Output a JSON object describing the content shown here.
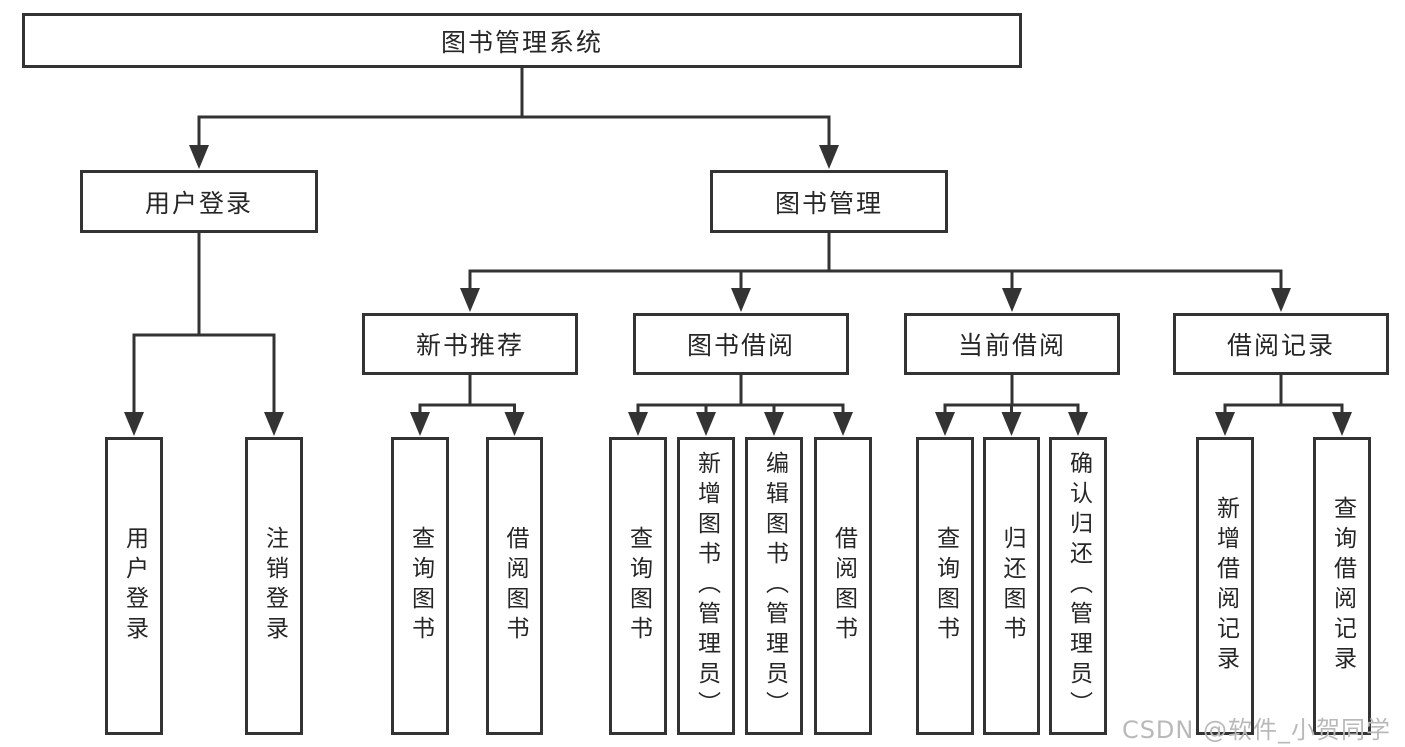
{
  "tree": {
    "label": "图书管理系统",
    "children": [
      {
        "label": "用户登录",
        "children": [
          {
            "label": "用户登录"
          },
          {
            "label": "注销登录"
          }
        ]
      },
      {
        "label": "图书管理",
        "children": [
          {
            "label": "新书推荐",
            "children": [
              {
                "label": "查询图书"
              },
              {
                "label": "借阅图书"
              }
            ]
          },
          {
            "label": "图书借阅",
            "children": [
              {
                "label": "查询图书"
              },
              {
                "label": "新增图书（管理员）"
              },
              {
                "label": "编辑图书（管理员）"
              },
              {
                "label": "借阅图书"
              }
            ]
          },
          {
            "label": "当前借阅",
            "children": [
              {
                "label": "查询图书"
              },
              {
                "label": "归还图书"
              },
              {
                "label": "确认归还（管理员）"
              }
            ]
          },
          {
            "label": "借阅记录",
            "children": [
              {
                "label": "新增借阅记录"
              },
              {
                "label": "查询借阅记录"
              }
            ]
          }
        ]
      }
    ]
  },
  "watermark": "CSDN @软件_小贺同学",
  "colors": {
    "line": "#333333",
    "text": "#262626",
    "watermark": "#b9b9b9",
    "background": "#ffffff"
  }
}
